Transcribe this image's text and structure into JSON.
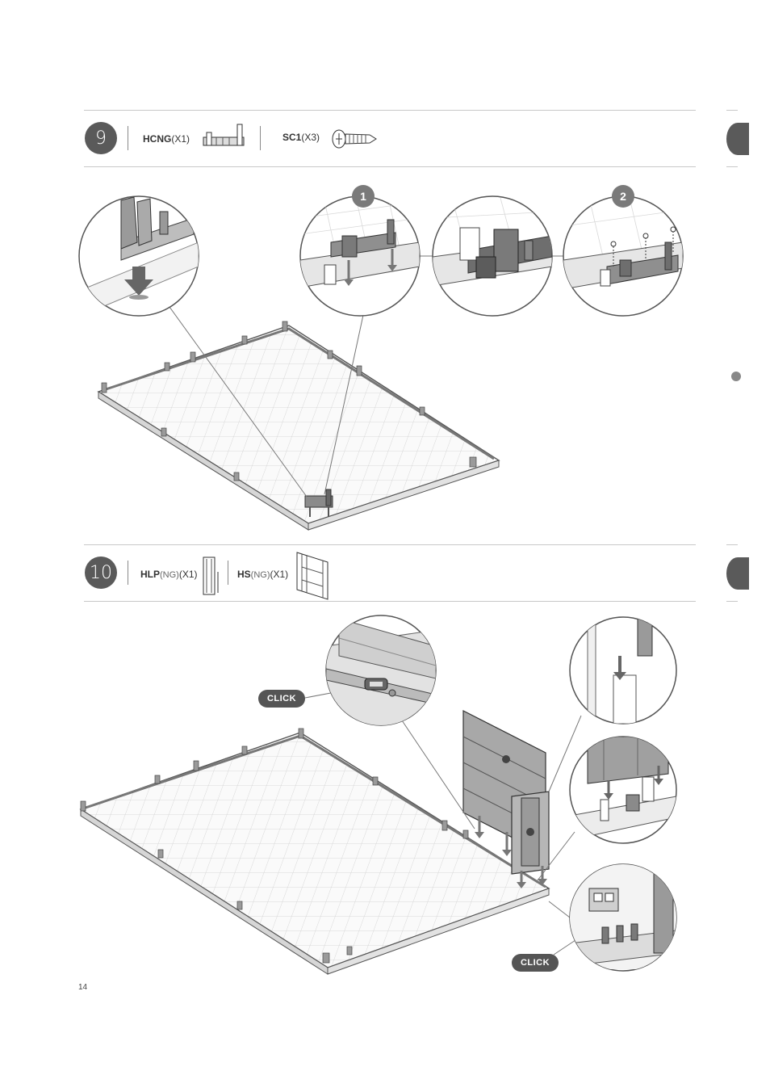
{
  "page_number": "14",
  "steps": [
    {
      "number": "9",
      "parts": [
        {
          "code": "HCNG",
          "qty": "(X1)",
          "icon": "hinge-connector-icon"
        },
        {
          "code": "SC1",
          "qty": "(X3)",
          "icon": "screw-icon"
        }
      ],
      "detail_badges": [
        "1",
        "2"
      ]
    },
    {
      "number": "10",
      "parts": [
        {
          "code": "HLP",
          "variant": "(NG)",
          "qty": "(X1)",
          "icon": "left-panel-icon"
        },
        {
          "code": "HS",
          "variant": "(NG)",
          "qty": "(X1)",
          "icon": "side-panel-icon"
        }
      ],
      "callouts": [
        "CLICK",
        "CLICK"
      ]
    }
  ],
  "colors": {
    "badge": "#5a5a5a",
    "line": "#8a8a8a",
    "pill": "#555555"
  }
}
